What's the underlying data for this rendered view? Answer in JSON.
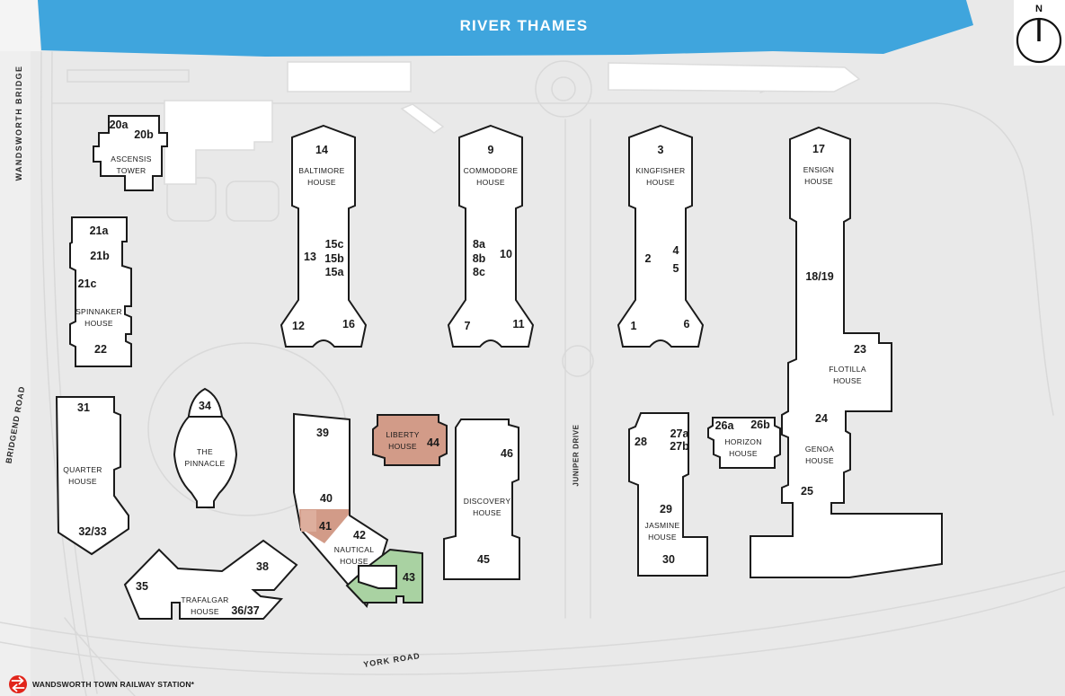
{
  "river": {
    "label": "RIVER THAMES"
  },
  "compass": {
    "label": "N"
  },
  "roads": {
    "wandsworth_bridge": "WANDSWORTH BRIDGE",
    "bridgend_road": "BRIDGEND ROAD",
    "juniper_drive": "JUNIPER DRIVE",
    "york_road": "YORK ROAD"
  },
  "station": {
    "label": "WANDSWORTH TOWN RAILWAY STATION*"
  },
  "buildings": {
    "ascensis": {
      "name_lines": [
        "ASCENSIS",
        "TOWER"
      ],
      "units": {
        "u20a": "20a",
        "u20b": "20b"
      }
    },
    "spinnaker": {
      "name_lines": [
        "SPINNAKER",
        "HOUSE"
      ],
      "units": {
        "u21a": "21a",
        "u21b": "21b",
        "u21c": "21c",
        "u22": "22"
      }
    },
    "baltimore": {
      "name_lines": [
        "BALTIMORE",
        "HOUSE"
      ],
      "units": {
        "u14": "14",
        "u13": "13",
        "u15c": "15c",
        "u15b": "15b",
        "u15a": "15a",
        "u12": "12",
        "u16": "16"
      }
    },
    "commodore": {
      "name_lines": [
        "COMMODORE",
        "HOUSE"
      ],
      "units": {
        "u9": "9",
        "u8a": "8a",
        "u8b": "8b",
        "u8c": "8c",
        "u10": "10",
        "u7": "7",
        "u11": "11"
      }
    },
    "kingfisher": {
      "name_lines": [
        "KINGFISHER",
        "HOUSE"
      ],
      "units": {
        "u3": "3",
        "u2": "2",
        "u4": "4",
        "u5": "5",
        "u1": "1",
        "u6": "6"
      }
    },
    "ensign": {
      "name_lines": [
        "ENSIGN",
        "HOUSE"
      ],
      "units": {
        "u17": "17",
        "u18_19": "18/19"
      }
    },
    "flotilla": {
      "name_lines": [
        "FLOTILLA",
        "HOUSE"
      ],
      "units": {
        "u23": "23"
      }
    },
    "genoa": {
      "name_lines": [
        "GENOA",
        "HOUSE"
      ],
      "units": {
        "u24": "24",
        "u25": "25"
      }
    },
    "horizon": {
      "name_lines": [
        "HORIZON",
        "HOUSE"
      ],
      "units": {
        "u26a": "26a",
        "u26b": "26b"
      }
    },
    "jasmine": {
      "name_lines": [
        "JASMINE",
        "HOUSE"
      ],
      "units": {
        "u28": "28",
        "u27a": "27a",
        "u27b": "27b",
        "u29": "29",
        "u30": "30"
      }
    },
    "quarter": {
      "name_lines": [
        "QUARTER",
        "HOUSE"
      ],
      "units": {
        "u31": "31",
        "u32_33": "32/33"
      }
    },
    "pinnacle": {
      "name_lines": [
        "THE",
        "PINNACLE"
      ],
      "units": {
        "u34": "34"
      }
    },
    "liberty": {
      "name_lines": [
        "LIBERTY",
        "HOUSE"
      ],
      "units": {
        "u44": "44"
      },
      "highlight": "#d29b88"
    },
    "discovery": {
      "name_lines": [
        "DISCOVERY",
        "HOUSE"
      ],
      "units": {
        "u46": "46",
        "u45": "45"
      }
    },
    "nautical": {
      "name_lines": [
        "NAUTICAL",
        "HOUSE"
      ],
      "units": {
        "u39": "39",
        "u40": "40",
        "u41": "41",
        "u42": "42",
        "u43": "43"
      },
      "unit_41_highlight": "#d29b88",
      "unit_43_highlight": "#a9d2a2"
    },
    "trafalgar": {
      "name_lines": [
        "TRAFALGAR",
        "HOUSE"
      ],
      "units": {
        "u35": "35",
        "u38": "38",
        "u36_37": "36/37"
      }
    }
  },
  "colors": {
    "river": "#3fa5dd",
    "outline": "#1a1a1a",
    "background": "#e9e9e9",
    "highlight_salmon": "#d29b88",
    "highlight_green": "#a9d2a2",
    "rail_red": "#e1251b"
  }
}
